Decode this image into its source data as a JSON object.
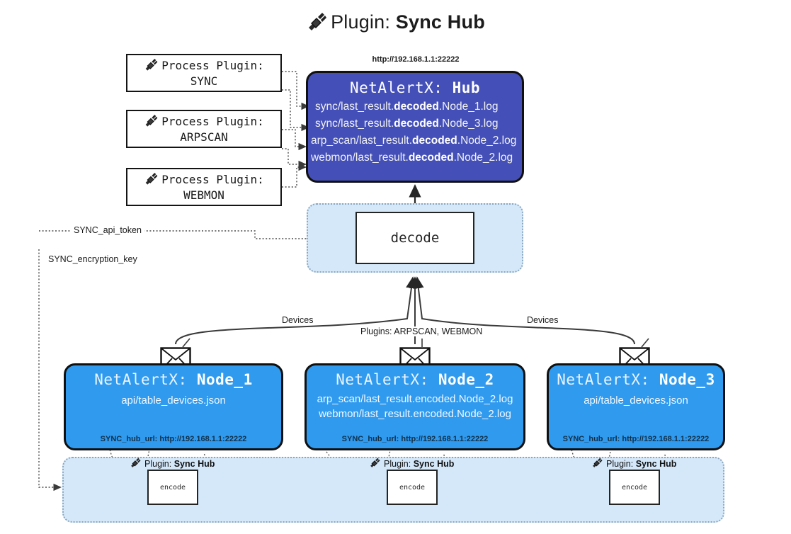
{
  "title": {
    "icon": "plug-icon",
    "prefix": "Plugin:",
    "name": "Sync Hub"
  },
  "process_plugins": [
    {
      "icon": "plug-icon",
      "label": "Process Plugin:",
      "name": "SYNC"
    },
    {
      "icon": "plug-icon",
      "label": "Process Plugin:",
      "name": "ARPSCAN"
    },
    {
      "icon": "plug-icon",
      "label": "Process Plugin:",
      "name": "WEBMON"
    }
  ],
  "hub": {
    "url": "http://192.168.1.1:22222",
    "title_prefix": "NetAlertX:",
    "title_name": "Hub",
    "logs": [
      {
        "pre": "sync/last_result.",
        "mid": "decoded",
        "post": ".Node_1.log"
      },
      {
        "pre": "sync/last_result.",
        "mid": "decoded",
        "post": ".Node_3.log"
      },
      {
        "pre": "arp_scan/last_result.",
        "mid": "decoded",
        "post": ".Node_2.log"
      },
      {
        "pre": "webmon/last_result.",
        "mid": "decoded",
        "post": ".Node_2.log"
      }
    ]
  },
  "decode": {
    "box_label": "decode"
  },
  "secrets": {
    "api_token": "SYNC_api_token",
    "encryption_key": "SYNC_encryption_key"
  },
  "edges": {
    "devices_left": "Devices",
    "devices_right": "Devices",
    "plugins_middle": "Plugins: ARPSCAN, WEBMON"
  },
  "nodes": [
    {
      "title_prefix": "NetAlertX:",
      "title_name": "Node_1",
      "lines": [
        "api/table_devices.json"
      ],
      "foot": "SYNC_hub_url: http://192.168.1.1:22222"
    },
    {
      "title_prefix": "NetAlertX:",
      "title_name": "Node_2",
      "lines": [
        "arp_scan/last_result.encoded.Node_2.log",
        "webmon/last_result.encoded.Node_2.log"
      ],
      "foot": "SYNC_hub_url: http://192.168.1.1:22222"
    },
    {
      "title_prefix": "NetAlertX:",
      "title_name": "Node_3",
      "lines": [
        "api/table_devices.json"
      ],
      "foot": "SYNC_hub_url: http://192.168.1.1:22222"
    }
  ],
  "encode_zones": [
    {
      "caption_prefix": "Plugin:",
      "caption_name": "Sync Hub",
      "box_label": "encode"
    },
    {
      "caption_prefix": "Plugin:",
      "caption_name": "Sync Hub",
      "box_label": "encode"
    },
    {
      "caption_prefix": "Plugin:",
      "caption_name": "Sync Hub",
      "box_label": "encode"
    }
  ],
  "colors": {
    "hub_fill": "#4450b8",
    "node_fill": "#2f9aee",
    "zone_fill": "#d4e8fa",
    "stroke": "#101010"
  }
}
